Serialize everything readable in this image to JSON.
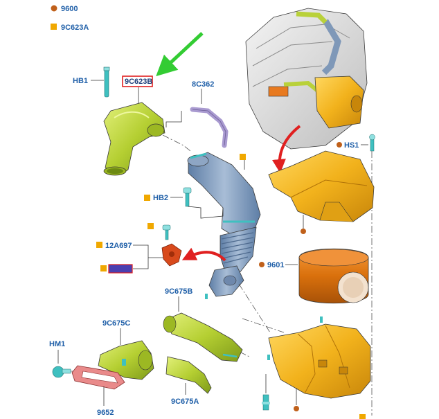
{
  "legend": {
    "circle": {
      "code": "9600",
      "color": "#c0601a"
    },
    "square": {
      "code": "9C623A",
      "color": "#f0a800"
    }
  },
  "labels": {
    "hb1": "HB1",
    "p9c623b": "9C623B",
    "p8c362": "8C362",
    "hs1": "HS1",
    "hb2": "HB2",
    "p12a697": "12A697",
    "p9601": "9601",
    "p9c675b": "9C675B",
    "p9c675c": "9C675C",
    "hm1": "HM1",
    "p9652": "9652",
    "p9c675a": "9C675A"
  },
  "colors": {
    "callout_circle": "#c0601a",
    "callout_square": "#f0a800",
    "label_blue": "#1f5fa8",
    "highlight_box": "#e02020",
    "arrow_green": "#33cc33",
    "arrow_red": "#e02020",
    "part_yellow_green": "#b9d13a",
    "part_blue_grey": "#7f98b8",
    "part_orange": "#f2b21c",
    "part_filter": "#e07a10",
    "part_pink": "#e98a8a",
    "part_purple": "#a99ad0",
    "part_red": "#d84a1c",
    "part_cyan": "#3fc0c0"
  }
}
